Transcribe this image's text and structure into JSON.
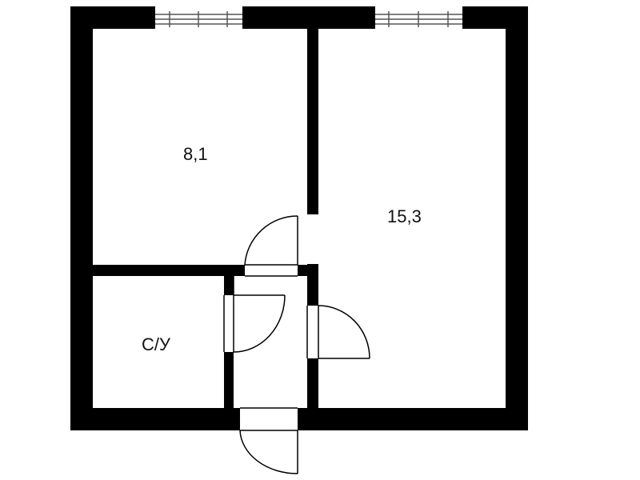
{
  "floor_plan": {
    "rooms": [
      {
        "id": "room-left",
        "label": "8,1"
      },
      {
        "id": "room-right",
        "label": "15,3"
      },
      {
        "id": "bathroom",
        "label": "С/У"
      }
    ]
  },
  "colors": {
    "wall": "#000000",
    "background": "#ffffff",
    "door_line": "#000000",
    "window_line": "#555555"
  }
}
